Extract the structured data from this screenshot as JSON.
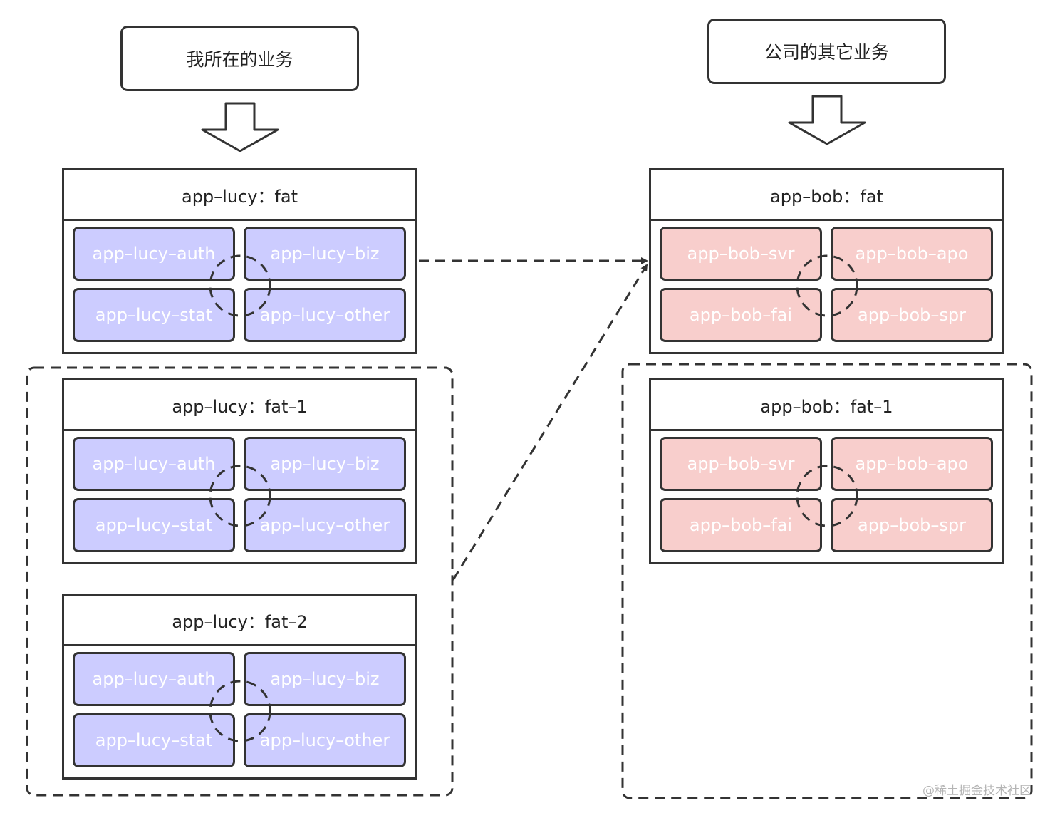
{
  "left_header": "我所在的业务",
  "right_header": "公司的其它业务",
  "watermark": "@稀土掘金技术社区",
  "colors": {
    "lucy_fill": "#ccccff",
    "bob_fill": "#f8cecc",
    "stroke": "#333333",
    "service_text": "#ffffff"
  },
  "environments": [
    {
      "id": "lucy-fat",
      "title": "app–lucy：fat",
      "theme": "lucy",
      "services": [
        "app–lucy–auth",
        "app–lucy–biz",
        "app–lucy–stat",
        "app–lucy–other"
      ]
    },
    {
      "id": "lucy-fat-1",
      "title": "app–lucy：fat–1",
      "theme": "lucy",
      "services": [
        "app–lucy–auth",
        "app–lucy–biz",
        "app–lucy–stat",
        "app–lucy–other"
      ]
    },
    {
      "id": "lucy-fat-2",
      "title": "app–lucy：fat–2",
      "theme": "lucy",
      "services": [
        "app–lucy–auth",
        "app–lucy–biz",
        "app–lucy–stat",
        "app–lucy–other"
      ]
    },
    {
      "id": "bob-fat",
      "title": "app–bob：fat",
      "theme": "bob",
      "services": [
        "app–bob–svr",
        "app–bob–apo",
        "app–bob–fai",
        "app–bob–spr"
      ]
    },
    {
      "id": "bob-fat-1",
      "title": "app–bob：fat–1",
      "theme": "bob",
      "services": [
        "app–bob–svr",
        "app–bob–apo",
        "app–bob–fai",
        "app–bob–spr"
      ]
    }
  ]
}
